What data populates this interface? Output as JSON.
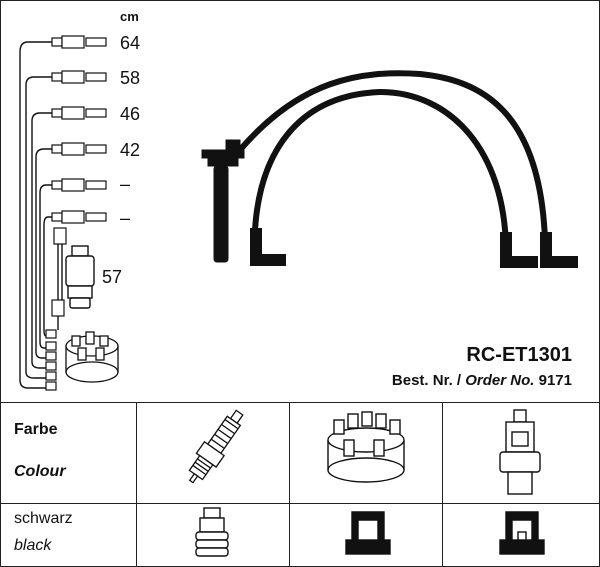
{
  "unit_label": "cm",
  "lengths": [
    "64",
    "58",
    "46",
    "42",
    "–",
    "–"
  ],
  "coil_length": "57",
  "product_code": "RC-ET1301",
  "order_prefix": "Best. Nr. /",
  "order_italic": "Order No.",
  "order_number": "9171",
  "table": {
    "farbe": "Farbe",
    "colour": "Colour",
    "schwarz": "schwarz",
    "black": "black"
  }
}
